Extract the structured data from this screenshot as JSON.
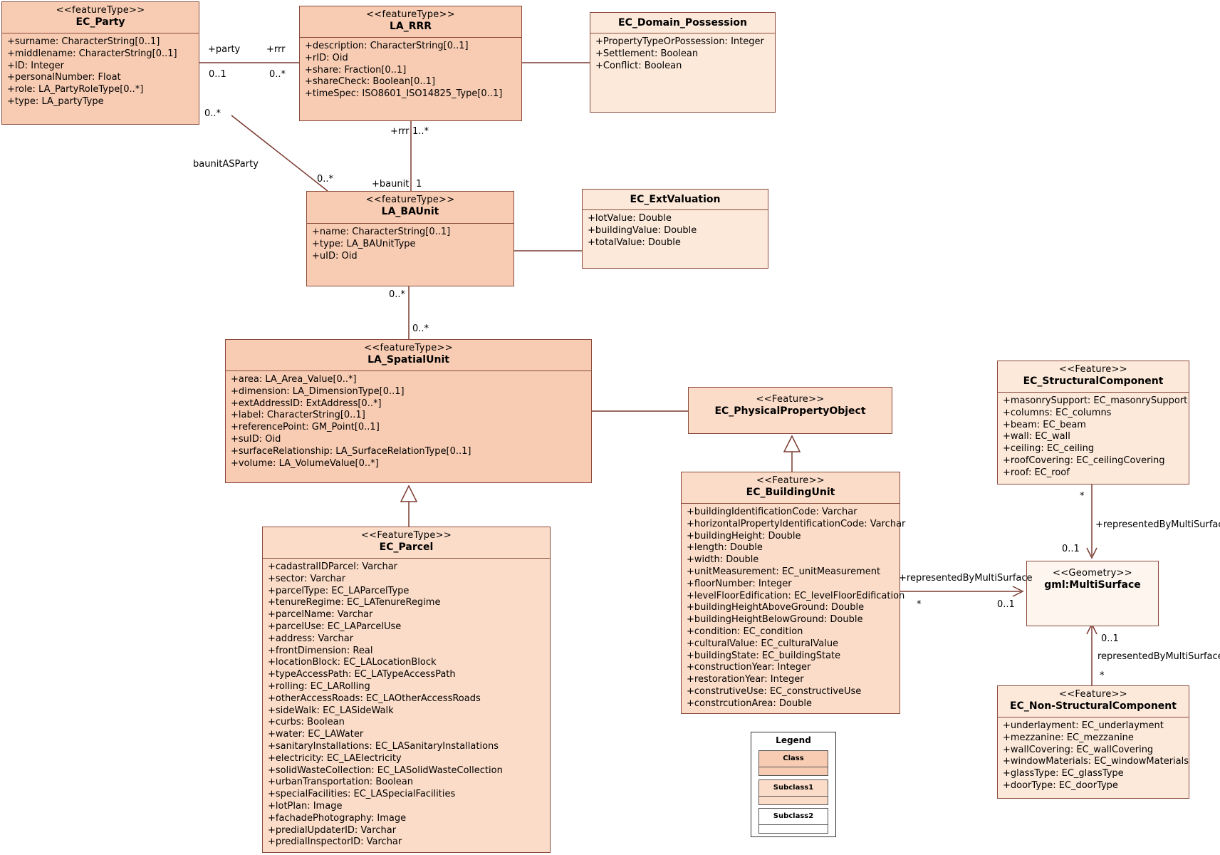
{
  "classes": {
    "ec_party": {
      "stereotype": "<<featureType>>",
      "name": "EC_Party",
      "attrs": [
        "+surname: CharacterString[0..1]",
        "+middlename: CharacterString[0..1]",
        "+ID: Integer",
        "+personalNumber: Float",
        "+role: LA_PartyRoleType[0..*]",
        "+type: LA_partyType"
      ]
    },
    "la_rrr": {
      "stereotype": "<<featureType>>",
      "name": "LA_RRR",
      "attrs": [
        "+description: CharacterString[0..1]",
        "+rID: Oid",
        "+share: Fraction[0..1]",
        "+shareCheck: Boolean[0..1]",
        "+timeSpec: ISO8601_ISO14825_Type[0..1]"
      ]
    },
    "ec_domain_possession": {
      "name": "EC_Domain_Possession",
      "attrs": [
        "+PropertyTypeOrPossession: Integer",
        "+Settlement: Boolean",
        "+Conflict: Boolean"
      ]
    },
    "la_baunit": {
      "stereotype": "<<featureType>>",
      "name": "LA_BAUnit",
      "attrs": [
        "+name: CharacterString[0..1]",
        "+type: LA_BAUnitType",
        "+uID: Oid"
      ]
    },
    "ec_extvaluation": {
      "name": "EC_ExtValuation",
      "attrs": [
        "+lotValue: Double",
        "+buildingValue: Double",
        "+totalValue: Double"
      ]
    },
    "la_spatialunit": {
      "stereotype": "<<featureType>>",
      "name": "LA_SpatialUnit",
      "attrs": [
        "+area: LA_Area_Value[0..*]",
        "+dimension: LA_DimensionType[0..1]",
        "+extAddressID: ExtAddress[0..*]",
        "+label: CharacterString[0..1]",
        "+referencePoint: GM_Point[0..1]",
        "+suID: Oid",
        "+surfaceRelationship: LA_SurfaceRelationType[0..1]",
        "+volume: LA_VolumeValue[0..*]"
      ]
    },
    "ec_physicalpropertyobject": {
      "stereotype": "<<Feature>>",
      "name": "EC_PhysicalPropertyObject"
    },
    "ec_parcel": {
      "stereotype": "<<FeatureType>>",
      "name": "EC_Parcel",
      "attrs": [
        "+cadastralIDParcel: Varchar",
        "+sector: Varchar",
        "+parcelType: EC_LAParcelType",
        "+tenureRegime: EC_LATenureRegime",
        "+parcelName: Varchar",
        "+parcelUse: EC_LAParcelUse",
        "+address: Varchar",
        "+frontDimension: Real",
        "+locationBlock: EC_LALocationBlock",
        "+typeAccessPath: EC_LATypeAccessPath",
        "+rolling: EC_LARolling",
        "+otherAccessRoads: EC_LAOtherAccessRoads",
        "+sideWalk: EC_LASideWalk",
        "+curbs: Boolean",
        "+water: EC_LAWater",
        "+sanitaryInstallations: EC_LASanitaryInstallations",
        "+electricity: EC_LAElectricity",
        "+solidWasteCollection: EC_LASolidWasteCollection",
        "+urbanTransportation: Boolean",
        "+specialFacilities: EC_LASpecialFacilities",
        "+lotPlan: Image",
        "+fachadePhotography: Image",
        "+predialUpdaterID: Varchar",
        "+predialInspectorID: Varchar"
      ]
    },
    "ec_buildingunit": {
      "stereotype": "<<Feature>>",
      "name": "EC_BuildingUnit",
      "attrs": [
        "+buildingIdentificationCode: Varchar",
        "+horizontalPropertyIdentificationCode: Varchar",
        "+buildingHeight: Double",
        "+length: Double",
        "+width: Double",
        "+unitMeasurement: EC_unitMeasurement",
        "+floorNumber: Integer",
        "+levelFloorEdification: EC_levelFloorEdification",
        "+buildingHeightAboveGround: Double",
        "+buildingHeightBelowGround: Double",
        "+condition: EC_condition",
        "+culturalValue: EC_culturalValue",
        "+buildingState: EC_buildingState",
        "+constructionYear: Integer",
        "+restorationYear: Integer",
        "+construtiveUse: EC_constructiveUse",
        "+constrcutionArea: Double"
      ]
    },
    "ec_structuralcomponent": {
      "stereotype": "<<Feature>>",
      "name": "EC_StructuralComponent",
      "attrs": [
        "+masonrySupport: EC_masonrySupport",
        "+columns: EC_columns",
        "+beam: EC_beam",
        "+wall: EC_wall",
        "+ceiling: EC_ceiling",
        "+roofCovering: EC_ceilingCovering",
        "+roof: EC_roof"
      ]
    },
    "gml_multisurface": {
      "stereotype": "<<Geometry>>",
      "name": "gml:MultiSurface"
    },
    "ec_nonstructuralcomponent": {
      "stereotype": "<<Feature>>",
      "name": "EC_Non-StructuralComponent",
      "attrs": [
        "+underlayment: EC_underlayment",
        "+mezzanine: EC_mezzanine",
        "+wallCovering: EC_wallCovering",
        "+windowMaterials: EC_windowMaterials",
        "+glassType: EC_glassType",
        "+doorType: EC_doorType"
      ]
    }
  },
  "labels": {
    "party_role": "+party",
    "rrr_role": "+rrr",
    "party_mult": "0..1",
    "rrr_mult": "0..*",
    "party_bau_mult": "0..*",
    "baunitasparty": "baunitASParty",
    "bau_party_mult": "0..*",
    "rrr_role2": "+rrr",
    "rrr_mult2": "1..*",
    "baunit_role": "+baunit",
    "baunit_mult": "1",
    "bau_su_mult1": "0..*",
    "bau_su_mult2": "0..*",
    "bu_ms_role": "+representedByMultiSurface",
    "bu_ms_star": "*",
    "bu_ms_mult": "0..1",
    "sc_star": "*",
    "sc_role": "+representedByMultiSurface",
    "sc_mult": "0..1",
    "nsc_mult": "0..1",
    "nsc_role": "representedByMultiSurface",
    "nsc_star": "*"
  },
  "legend": {
    "title": "Legend",
    "items": [
      "Class",
      "Subclass1",
      "Subclass2"
    ]
  },
  "colors": {
    "class": "#f8ccb3",
    "subclass1": "#fbdcc8",
    "subclass2": "#fde9da",
    "border": "#8a4a3a"
  }
}
